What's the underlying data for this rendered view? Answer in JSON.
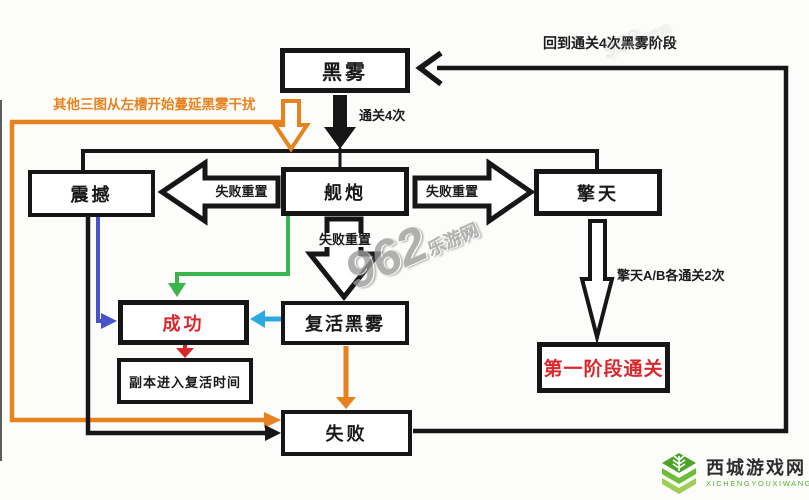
{
  "diagram": {
    "nodes": {
      "heiwu": "黑雾",
      "zhenhan": "震撼",
      "jianpao": "舰炮",
      "qingtian": "擎天",
      "chenggong": "成功",
      "fuhuo_heiwu": "复活黑雾",
      "fuben_revive_time": "副本进入复活时间",
      "shibai": "失败",
      "stage1_clear": "第一阶段通关"
    },
    "labels": {
      "clear_4_times": "通关4次",
      "return_to_heiwu": "回到通关4次黑雾阶段",
      "other_maps_note": "其他三图从左槽开始蔓延黑雾干扰",
      "fail_reset_left": "失败重置",
      "fail_reset_right": "失败重置",
      "fail_reset_down": "失败重置",
      "qingtian_ab_clear": "擎天A/B各通关2次"
    }
  },
  "watermark_center": {
    "number": "962",
    "name": "乐游网"
  },
  "watermark_corner": {
    "site_cn": "西城游戏网",
    "site_en": "XICHENGYOUXIWANG"
  },
  "colors": {
    "ink": "#161616",
    "orange": "#E8821E",
    "blue": "#4754C9",
    "cyan": "#2BA9E1",
    "green": "#3BB54A",
    "red": "#D9282C",
    "logo_green": "#57B02E",
    "wm_gray": "#9B9B9B"
  }
}
